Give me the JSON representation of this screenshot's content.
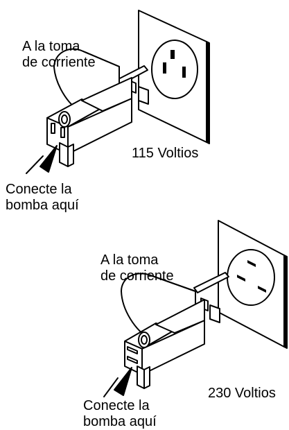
{
  "top_panel": {
    "outlet_label": [
      "A la toma",
      "de corriente"
    ],
    "voltage_label": "115 Voltios",
    "connect_label": [
      "Conecte la",
      "bomba aquí"
    ]
  },
  "bottom_panel": {
    "outlet_label": [
      "A la toma",
      "de corriente"
    ],
    "voltage_label": "230 Voltios",
    "connect_label": [
      "Conecte la",
      "bomba aquí"
    ]
  }
}
